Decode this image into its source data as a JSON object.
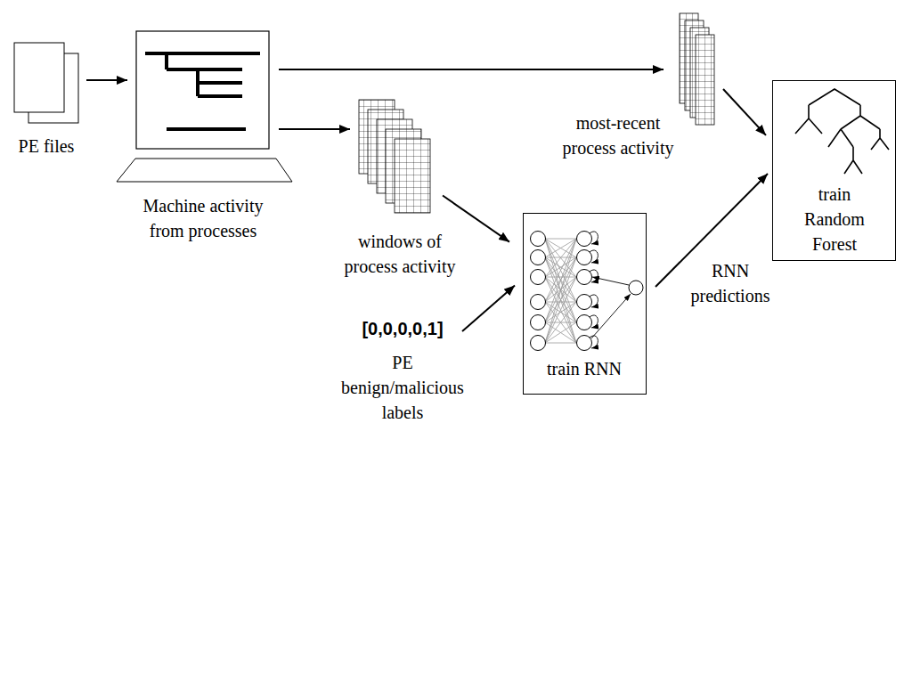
{
  "diagram": {
    "nodes": [
      {
        "text": [
          "PE files"
        ]
      },
      {
        "text": [
          "Machine activity from processes"
        ]
      },
      {
        "text": [
          "windows of process activity"
        ]
      },
      {
        "text": [
          "most-recent process activity"
        ]
      },
      {
        "text": [
          "[0,0,0,0,1]",
          "PE benign/malicious labels"
        ]
      },
      {
        "text": [
          "train RNN"
        ]
      },
      {
        "text": [
          "train Random Forest"
        ]
      }
    ],
    "edges": [
      {
        "from": 0,
        "to": 1,
        "arrow": "to"
      },
      {
        "from": 1,
        "to": 3,
        "arrow": "to"
      },
      {
        "from": 1,
        "to": 2,
        "arrow": "to"
      },
      {
        "from": 2,
        "to": 5,
        "arrow": "to"
      },
      {
        "from": 4,
        "to": 5,
        "arrow": "to"
      },
      {
        "from": 3,
        "to": 6,
        "arrow": "to"
      },
      {
        "from": 5,
        "to": 6,
        "label": "RNN predictions",
        "arrow": "to"
      }
    ]
  }
}
